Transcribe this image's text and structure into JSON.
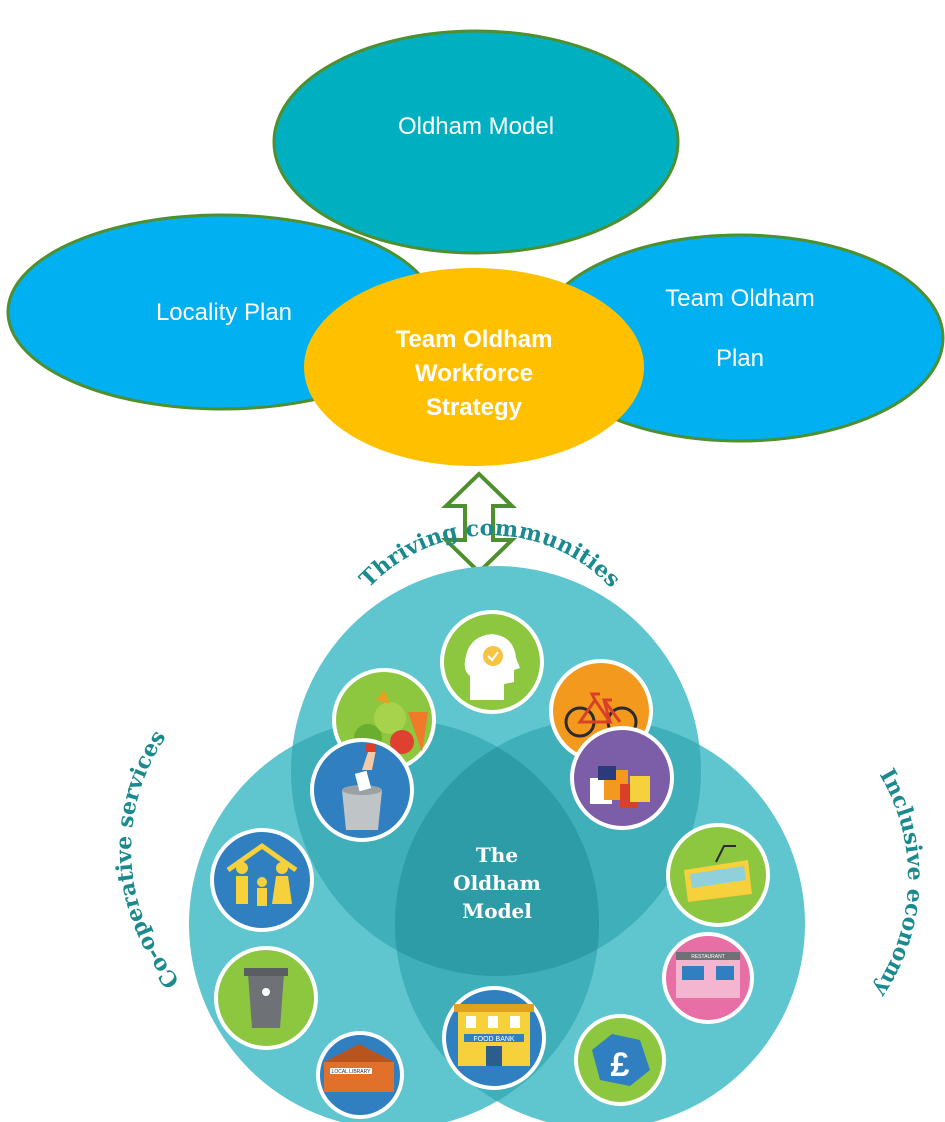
{
  "top_diagram": {
    "ovals": {
      "top": "Oldham Model",
      "left": "Locality Plan",
      "right_line1": "Team Oldham",
      "right_line2": "Plan"
    },
    "center": {
      "line1": "Team Oldham",
      "line2": "Workforce",
      "line3": "Strategy"
    }
  },
  "venn": {
    "center_line1": "The",
    "center_line2": "Oldham",
    "center_line3": "Model",
    "labels": {
      "top": "Thriving communities",
      "left": "Co-operative services",
      "right": "Inclusive economy"
    },
    "icons": {
      "food_bank_sign": "FOOD BANK",
      "library_sign": "LOCAL LIBRARY",
      "restaurant_sign": "RESTAURANT"
    }
  },
  "colors": {
    "teal_oval": "#00B0C0",
    "blue_oval": "#00B0F0",
    "gold_oval": "#FFC000",
    "oval_border": "#4E8F2E",
    "arrow": "#4E8F2E",
    "venn_circle": "#5FC6CF",
    "label_teal": "#1A8A8F"
  }
}
